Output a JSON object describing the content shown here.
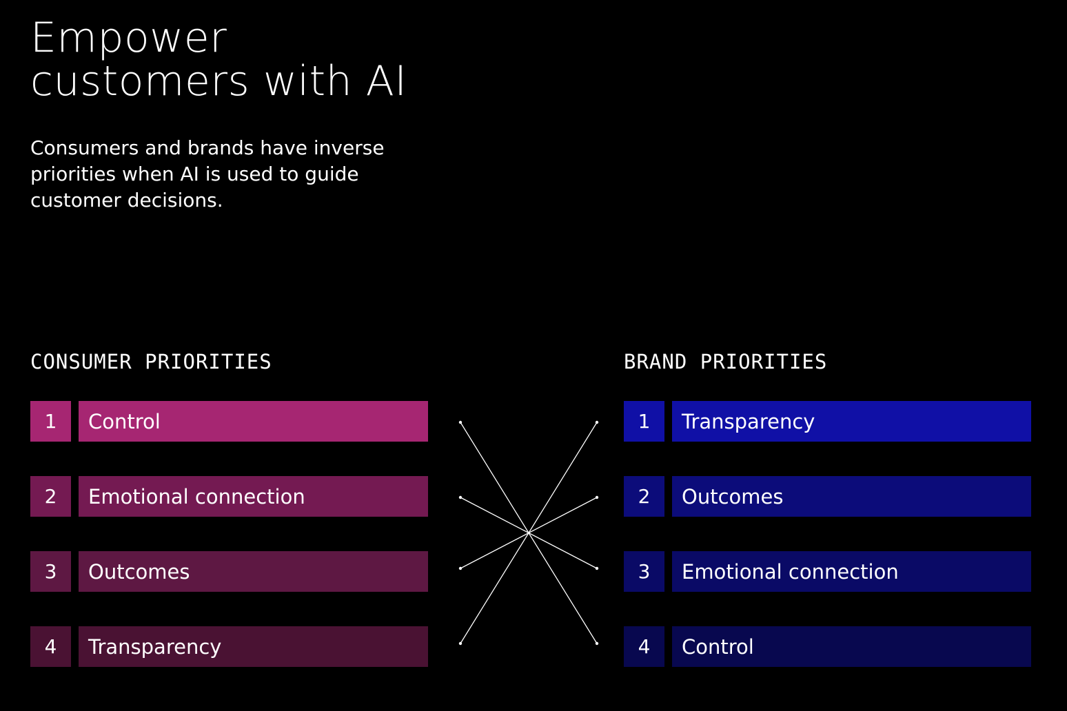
{
  "title": "Empower customers with AI",
  "title_line1": "Empower",
  "title_line2": "customers with AI",
  "subtitle": "Consumers and brands have inverse priorities when AI is used to guide customer decisions.",
  "consumer": {
    "heading": "CONSUMER PRIORITIES",
    "items": [
      {
        "rank": "1",
        "label": "Control",
        "color": "#a62672"
      },
      {
        "rank": "2",
        "label": "Emotional connection",
        "color": "#741a52"
      },
      {
        "rank": "3",
        "label": "Outcomes",
        "color": "#5e1843"
      },
      {
        "rank": "4",
        "label": "Transparency",
        "color": "#4a1233"
      }
    ]
  },
  "brand": {
    "heading": "BRAND PRIORITIES",
    "items": [
      {
        "rank": "1",
        "label": "Transparency",
        "color": "#1010a6"
      },
      {
        "rank": "2",
        "label": "Outcomes",
        "color": "#0c0c7a"
      },
      {
        "rank": "3",
        "label": "Emotional connection",
        "color": "#0a0a66"
      },
      {
        "rank": "4",
        "label": "Control",
        "color": "#08084f"
      }
    ]
  },
  "connections": [
    [
      1,
      4
    ],
    [
      2,
      3
    ],
    [
      3,
      2
    ],
    [
      4,
      1
    ]
  ]
}
